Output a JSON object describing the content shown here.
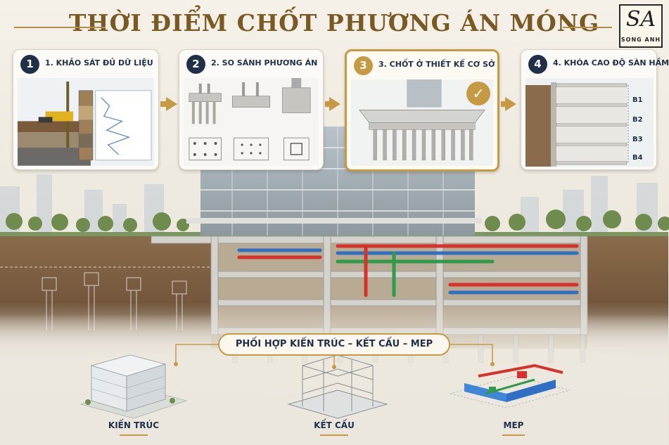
{
  "title": "THỜI ĐIỂM CHỐT PHƯƠNG ÁN MÓNG",
  "logo": {
    "monogram": "SA",
    "brand": "SONG ANH"
  },
  "steps": [
    {
      "number": "1",
      "label": "1. KHẢO SÁT ĐỦ DỮ LIỆU"
    },
    {
      "number": "2",
      "label": "2. SO SÁNH PHƯƠNG ÁN"
    },
    {
      "number": "3",
      "label": "3. CHỐT Ở THIẾT KẾ CƠ SỞ"
    },
    {
      "number": "4",
      "label": "4. KHÓA CAO ĐỘ SÀN HẦM"
    }
  ],
  "basement_levels": [
    "B1",
    "B2",
    "B3",
    "B4"
  ],
  "coordination": {
    "banner": "PHỐI HỢP KIẾN TRÚC – KẾT CẤU – MEP",
    "items": [
      "KIẾN TRÚC",
      "KẾT CẤU",
      "MEP"
    ]
  },
  "colors": {
    "gold": "#c69a45",
    "navy": "#1f3048",
    "soil": "#7a5b3e",
    "pipe_red": "#d6312b",
    "pipe_blue": "#2f6fc4",
    "pipe_green": "#2f9a4a"
  }
}
